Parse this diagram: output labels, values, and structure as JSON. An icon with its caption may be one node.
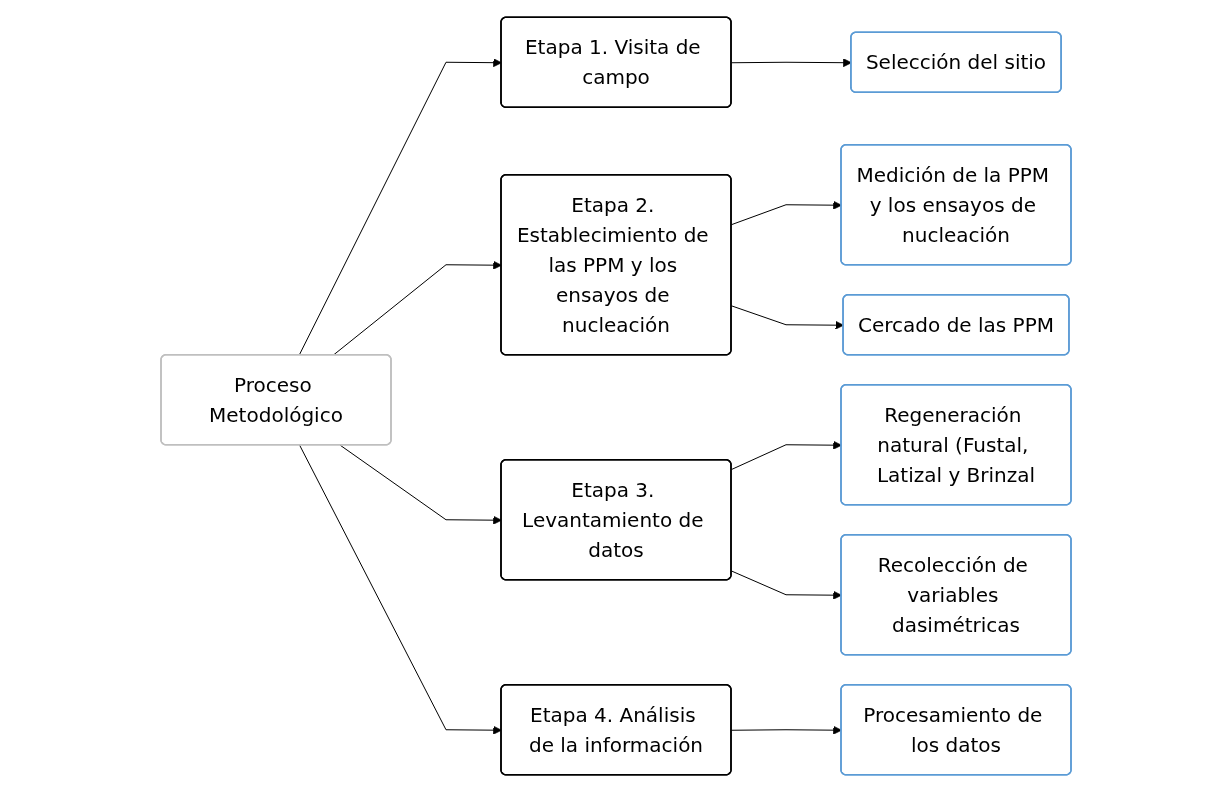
{
  "diagram": {
    "nodes": [
      {
        "text": [
          "Proceso Metodológico"
        ]
      },
      {
        "text": [
          "Etapa 1. Visita de campo"
        ]
      },
      {
        "text": [
          "Etapa 2. Establecimiento de las PPM y los ensayos de nucleación"
        ]
      },
      {
        "text": [
          "Etapa 3. Levantamiento de datos"
        ]
      },
      {
        "text": [
          "Etapa 4. Análisis de la información"
        ]
      },
      {
        "text": [
          "Selección del sitio"
        ]
      },
      {
        "text": [
          "Medición de la PPM y los ensayos de nucleación"
        ]
      },
      {
        "text": [
          "Cercado de las PPM"
        ]
      },
      {
        "text": [
          "Regeneración natural (Fustal, Latizal y Brinzal"
        ]
      },
      {
        "text": [
          "Recolección de variables dasimétricas"
        ]
      },
      {
        "text": [
          "Procesamiento de los datos"
        ]
      }
    ],
    "edges": [
      {
        "from": 0,
        "to": 1,
        "arrow": "to"
      },
      {
        "from": 0,
        "to": 2,
        "arrow": "to"
      },
      {
        "from": 0,
        "to": 3,
        "arrow": "to"
      },
      {
        "from": 0,
        "to": 4,
        "arrow": "to"
      },
      {
        "from": 1,
        "to": 5,
        "arrow": "to"
      },
      {
        "from": 2,
        "to": 6,
        "arrow": "to"
      },
      {
        "from": 2,
        "to": 7,
        "arrow": "to"
      },
      {
        "from": 3,
        "to": 8,
        "arrow": "to"
      },
      {
        "from": 3,
        "to": 9,
        "arrow": "to"
      },
      {
        "from": 4,
        "to": 10,
        "arrow": "to"
      }
    ]
  }
}
